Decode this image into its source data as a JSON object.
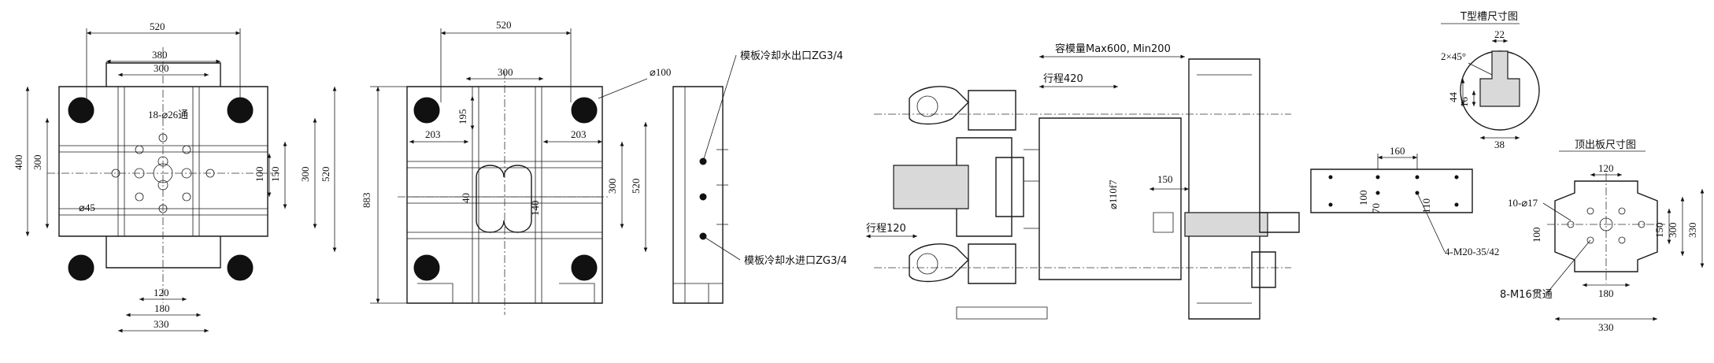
{
  "view1": {
    "dim_top": "520",
    "dim_380": "380",
    "dim_300": "300",
    "holes_note": "18-⌀26通",
    "dim_left_400": "400",
    "dim_left_300": "300",
    "dim_100": "100",
    "dim_150": "150",
    "dim_right_300": "300",
    "dim_right_520": "520",
    "dim_45": "⌀45",
    "dim_120": "120",
    "dim_180": "180",
    "dim_330": "330"
  },
  "view2": {
    "dim_top": "520",
    "dim_300": "300",
    "dim_100": "⌀100",
    "dim_195": "195",
    "dim_203_l": "203",
    "dim_203_r": "203",
    "dim_883": "883",
    "dim_300_r": "300",
    "dim_520_r": "520",
    "dim_140": "140",
    "dim_40": "40"
  },
  "view3": {
    "water_out": "模板冷却水出口ZG3/4",
    "water_in": "模板冷却水进口ZG3/4"
  },
  "view4": {
    "mold_capacity": "容模量Max600, Min200",
    "stroke_420": "行程420",
    "dia_110": "⌀110f7",
    "dim_150": "150",
    "stroke_120": "行程120"
  },
  "view5": {
    "title": "T型槽尺寸图",
    "dim_22": "22",
    "chamfer": "2×45°",
    "dim_44": "44",
    "dim_16": "16",
    "dim_38": "38"
  },
  "view6": {
    "dim_160": "160",
    "dim_100": "100",
    "dim_70": "70",
    "dim_110": "110",
    "thread_note": "4-M20-35/42"
  },
  "view7": {
    "title": "顶出板尺寸图",
    "dim_120": "120",
    "holes_note": "10-⌀17",
    "dim_100": "100",
    "dim_150": "150",
    "dim_300": "300",
    "dim_330_r": "330",
    "thread_note": "8-M16贯通",
    "dim_180": "180",
    "dim_330": "330"
  }
}
